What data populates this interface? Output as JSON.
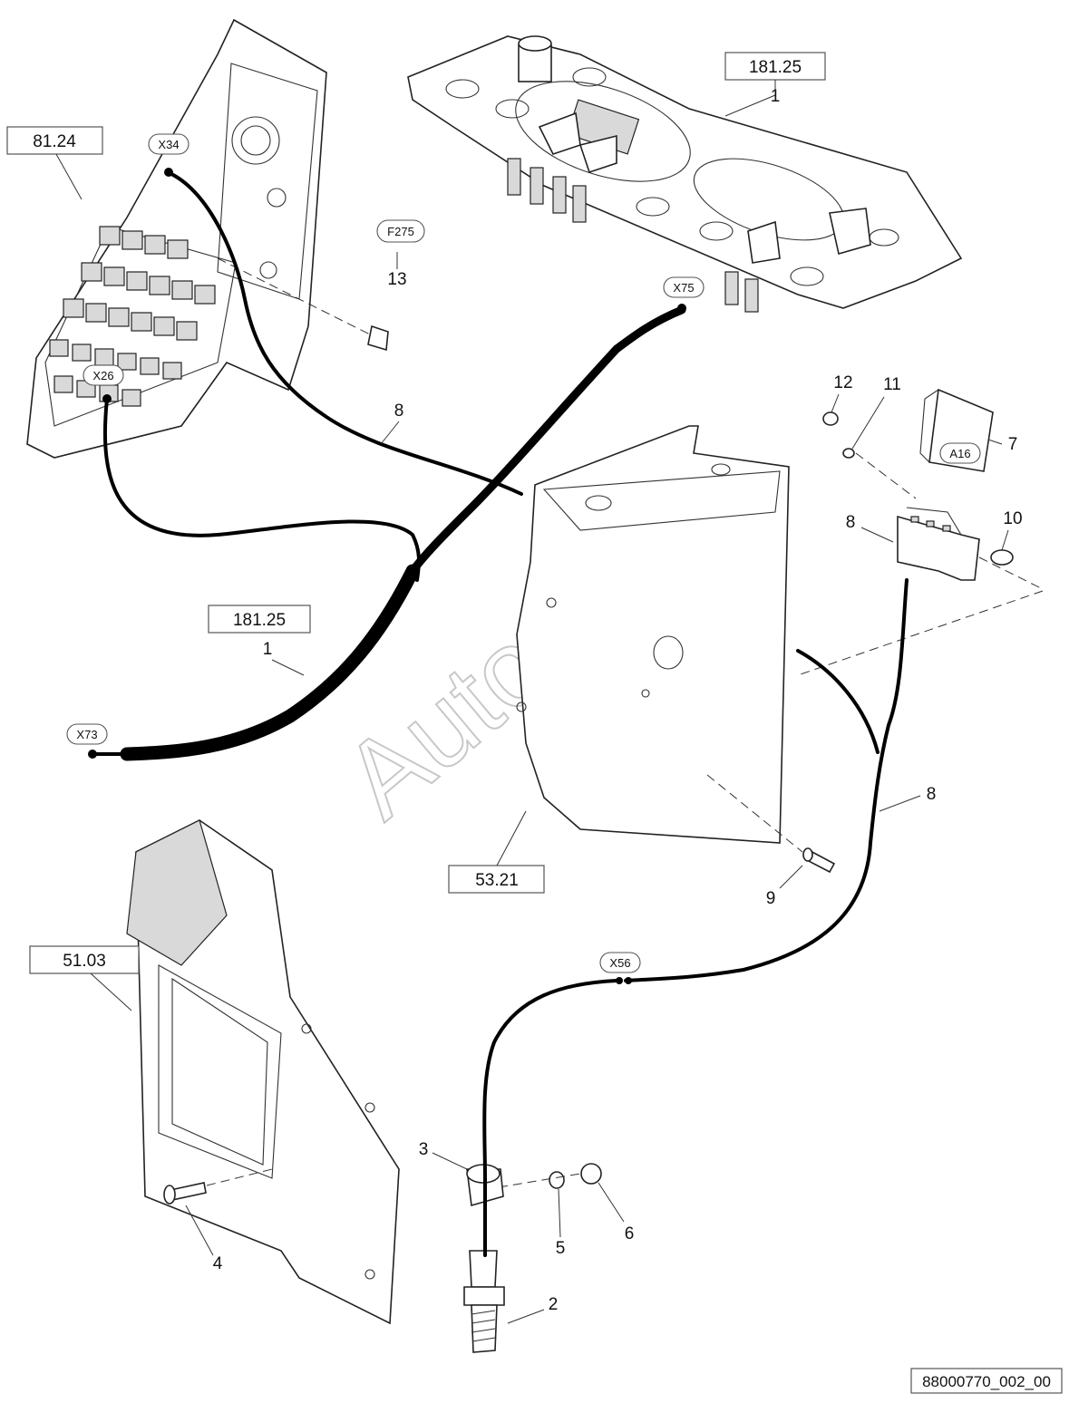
{
  "drawing_number": "88000770_002_00",
  "watermark": "AutoSoft",
  "reference_boxes": {
    "top_panel": "181.25",
    "fuse_box": "81.24",
    "harness": "181.25",
    "cab_panel": "53.21",
    "floor": "51.03"
  },
  "connectors": {
    "x34": "X34",
    "x26": "X26",
    "x75": "X75",
    "x73": "X73",
    "x56": "X56",
    "f275": "F275",
    "a16": "A16"
  },
  "callouts": {
    "c1_top": "1",
    "c1_harness": "1",
    "c2": "2",
    "c3": "3",
    "c4": "4",
    "c5": "5",
    "c6": "6",
    "c7": "7",
    "c8_upper": "8",
    "c8_relay": "8",
    "c8_lower": "8",
    "c9": "9",
    "c10": "10",
    "c11": "11",
    "c12": "12",
    "c13": "13"
  }
}
